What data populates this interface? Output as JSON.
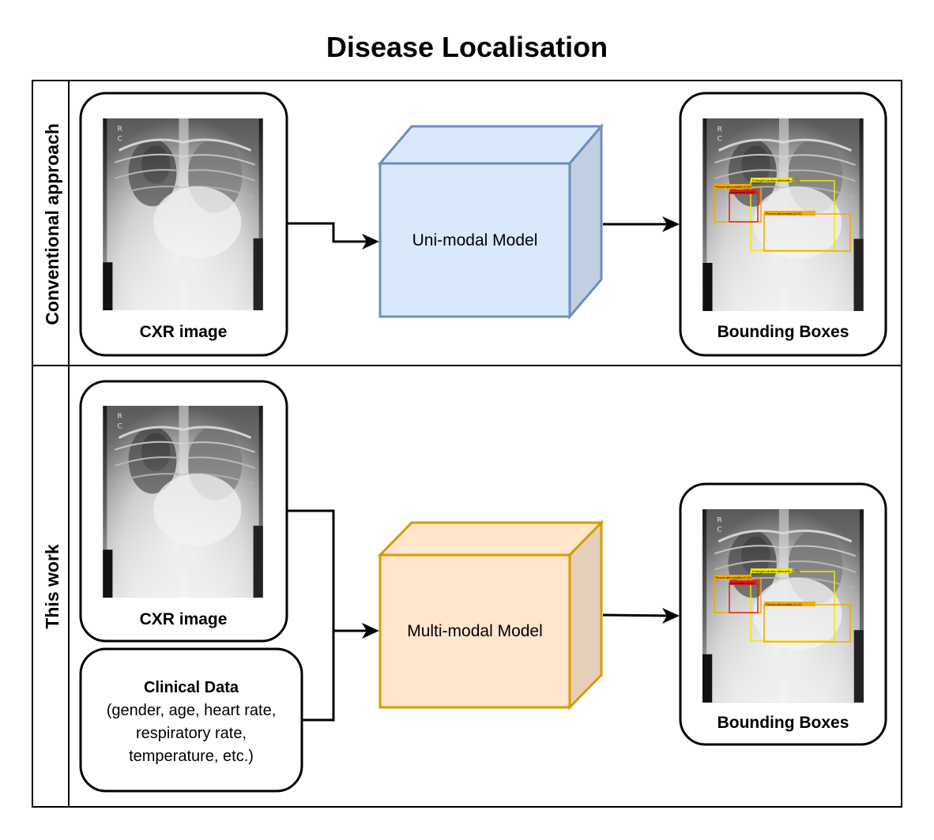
{
  "title": "Disease Localisation",
  "rows": {
    "conventional": {
      "label": "Conventional approach",
      "input_caption": "CXR image",
      "model_label": "Uni-modal Model",
      "output_caption": "Bounding Boxes"
    },
    "this_work": {
      "label": "This work",
      "input_caption": "CXR image",
      "clinical_title": "Clinical Data",
      "clinical_lines": [
        "(gender, age, heart rate,",
        "respiratory rate,",
        "temperature, etc.)"
      ],
      "model_label": "Multi-modal Model",
      "output_caption": "Bounding Boxes"
    }
  },
  "bbox_labels": {
    "cardiac": "Enlarged cardiac silhouette (1.00)",
    "pleural_left": "Pleural abnormality (0.99)",
    "red": "Atelectasis (0.99)",
    "pleural_right": "Pleural abnormality (0.12)"
  },
  "colors": {
    "uni_front": "#dae8fc",
    "uni_side": "#c2cfe2",
    "uni_stroke": "#6c8ebf",
    "multi_front": "#ffe6cc",
    "multi_side": "#e6cfb8",
    "multi_stroke": "#d79b00",
    "bbox_yellow": "#f0e800",
    "bbox_orange": "#f5a800",
    "bbox_red": "#e02020"
  }
}
